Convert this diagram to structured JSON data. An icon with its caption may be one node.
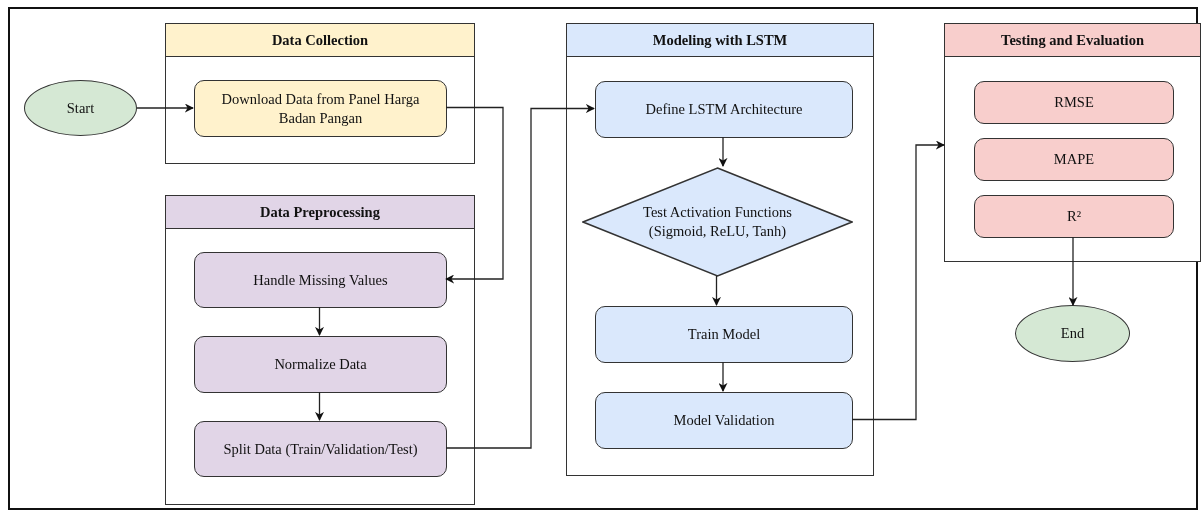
{
  "diagram": {
    "nodes": [
      {
        "text": [
          "Start"
        ]
      },
      {
        "text": [
          "Data Collection"
        ]
      },
      {
        "text": [
          "Download Data from Panel Harga Badan Pangan"
        ],
        "in": 1
      },
      {
        "text": [
          "Data Preprocessing"
        ]
      },
      {
        "text": [
          "Handle Missing Values"
        ],
        "in": 3
      },
      {
        "text": [
          "Normalize Data"
        ],
        "in": 3
      },
      {
        "text": [
          "Split Data (Train/Validation/Test)"
        ],
        "in": 3
      },
      {
        "text": [
          "Modeling with LSTM"
        ]
      },
      {
        "text": [
          "Define LSTM Architecture"
        ],
        "in": 7
      },
      {
        "text": [
          "Test Activation Functions (Sigmoid, ReLU, Tanh)"
        ],
        "in": 7
      },
      {
        "text": [
          "Train Model"
        ],
        "in": 7
      },
      {
        "text": [
          "Model Validation"
        ],
        "in": 7
      },
      {
        "text": [
          "Testing and Evaluation"
        ]
      },
      {
        "text": [
          "RMSE"
        ],
        "in": 12
      },
      {
        "text": [
          "MAPE"
        ],
        "in": 12
      },
      {
        "text": [
          "R²"
        ],
        "in": 12
      },
      {
        "text": [
          "End"
        ]
      }
    ],
    "edges": [
      {
        "from": 0,
        "to": 2,
        "arrow": "to"
      },
      {
        "from": 2,
        "to": 4,
        "arrow": "to"
      },
      {
        "from": 4,
        "to": 5,
        "arrow": "to"
      },
      {
        "from": 5,
        "to": 6,
        "arrow": "to"
      },
      {
        "from": 6,
        "to": 8,
        "arrow": "to"
      },
      {
        "from": 8,
        "to": 9,
        "arrow": "to"
      },
      {
        "from": 9,
        "to": 10,
        "arrow": "to"
      },
      {
        "from": 10,
        "to": 11,
        "arrow": "to"
      },
      {
        "from": 11,
        "to": 12,
        "arrow": "to"
      },
      {
        "from": 15,
        "to": 16,
        "arrow": "to"
      }
    ]
  }
}
